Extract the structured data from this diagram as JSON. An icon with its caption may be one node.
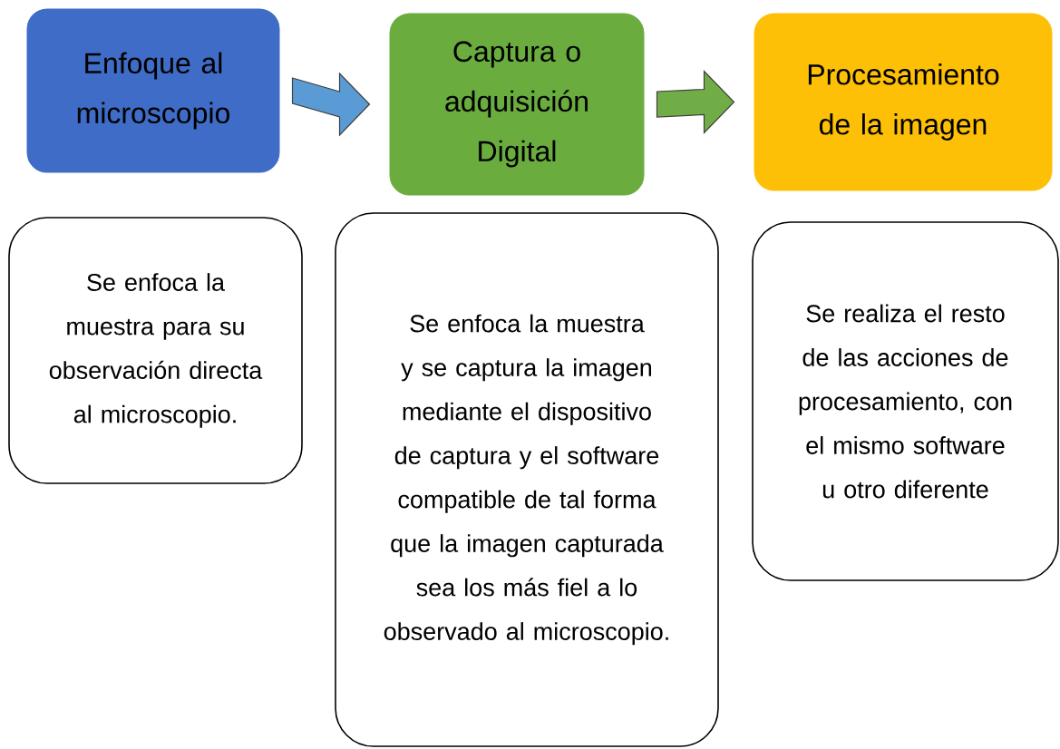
{
  "diagram": {
    "nodes": [
      {
        "text": [
          "Enfoque al microscopio"
        ]
      },
      {
        "text": [
          "Captura o adquisición Digital"
        ]
      },
      {
        "text": [
          "Procesamiento de la imagen"
        ]
      },
      {
        "text": [
          "Se enfoca la muestra para su observación directa al microscopio."
        ]
      },
      {
        "text": [
          "Se enfoca la muestra y se captura la imagen mediante el dispositivo de captura y el software compatible de  tal forma que la imagen capturada sea los más fiel a lo observado al microscopio."
        ]
      },
      {
        "text": [
          "Se realiza el resto de las acciones de procesamiento, con el mismo software u otro diferente"
        ]
      }
    ],
    "edges": [
      {
        "from": 0,
        "to": 1,
        "arrow": "to",
        "color": "#5b9bd5"
      },
      {
        "from": 1,
        "to": 2,
        "arrow": "to",
        "color": "#70ad47"
      }
    ]
  }
}
